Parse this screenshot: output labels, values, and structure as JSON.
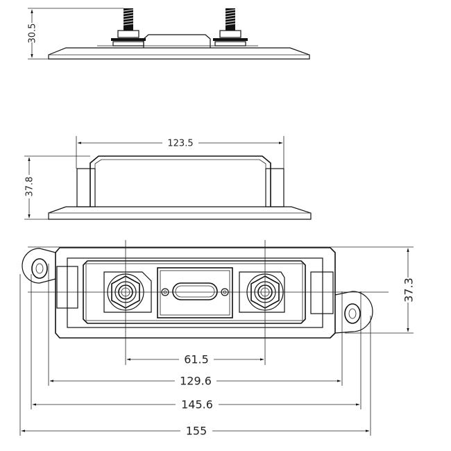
{
  "drawing": {
    "views": [
      "side-view",
      "front-view",
      "top-view"
    ],
    "dimensions": {
      "side_height": "30.5",
      "front_width": "123.5",
      "front_height": "37.8",
      "top_height": "37.3",
      "stud_spacing": "61.5",
      "body_length": "129.6",
      "mount_hole_spacing": "145.6",
      "overall_length": "155"
    }
  }
}
